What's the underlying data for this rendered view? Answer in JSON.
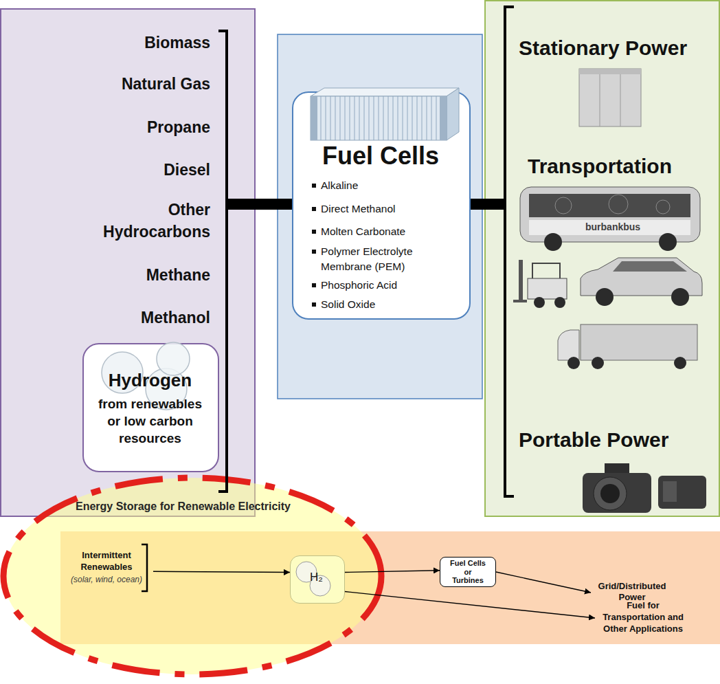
{
  "diagram": {
    "nodes": [
      {
        "text": [
          "Biomass",
          "Natural Gas",
          "Propane",
          "Diesel",
          "Other Hydrocarbons",
          "Methane",
          "Methanol"
        ]
      },
      {
        "text": [
          "Hydrogen",
          "from renewables or low carbon resources"
        ],
        "in": 0
      },
      {
        "text": [
          "Fuel Cells",
          "Alkaline",
          "Direct Methanol",
          "Molten Carbonate",
          "Polymer Electrolyte Membrane (PEM)",
          "Phosphoric Acid",
          "Solid Oxide"
        ]
      },
      {
        "text": [
          "Stationary Power",
          "Transportation",
          "Portable Power"
        ]
      },
      {
        "text": [
          "Energy Storage for Renewable Electricity"
        ]
      },
      {
        "text": [
          "Intermittent Renewables",
          "(solar, wind, ocean)"
        ],
        "in": 4
      },
      {
        "text": [
          "H₂"
        ],
        "in": 4
      },
      {
        "text": [
          "Fuel Cells or Turbines"
        ],
        "in": 4
      },
      {
        "text": [
          "Grid/Distributed Power"
        ],
        "in": 4
      },
      {
        "text": [
          "Fuel for Transportation and Other Applications"
        ],
        "in": 4
      }
    ],
    "edges": [
      {
        "from": 0,
        "to": 2,
        "arrow": "none"
      },
      {
        "from": 2,
        "to": 3,
        "arrow": "none"
      },
      {
        "from": 5,
        "to": 6,
        "arrow": "to"
      },
      {
        "from": 6,
        "to": 7,
        "arrow": "to"
      },
      {
        "from": 7,
        "to": 8,
        "arrow": "to"
      },
      {
        "from": 6,
        "to": 9,
        "arrow": "to"
      }
    ],
    "labels": [
      "burbankbus"
    ]
  }
}
